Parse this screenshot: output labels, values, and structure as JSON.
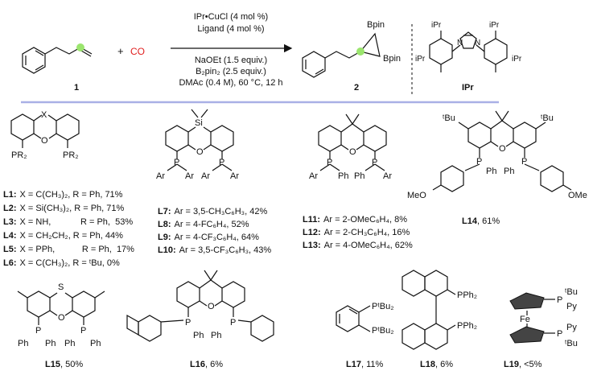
{
  "scheme": {
    "reactant_label": "1",
    "plus_sign": "+",
    "co_label": "CO",
    "product_label": "2",
    "conditions_above": [
      "IPr•CuCl (4 mol %)",
      "Ligand (4 mol %)"
    ],
    "conditions_below": [
      "NaOEt (1.5 equiv.)",
      "B₂pin₂ (2.5 equiv.)",
      "DMAc (0.4 M), 60 °C, 12 h"
    ],
    "bpin_label": "Bpin",
    "ipr_label": "IPr",
    "ipr_substituent": "iPr",
    "ipr_n": "N"
  },
  "colors": {
    "divider": "#a9b0e6",
    "highlight": "#9be56e",
    "co": "#e02020"
  },
  "ligands": {
    "row1": {
      "group1_lines": [
        {
          "id": "L1:",
          "text": "X = C(CH₃)₂,  R = Ph,  71%"
        },
        {
          "id": "L2:",
          "text": "X = Si(CH₃)₂,  R = Ph,  71%"
        },
        {
          "id": "L3:",
          "text": "X = NH,            R = Ph,  53%"
        },
        {
          "id": "L4:",
          "text": "X = CH₂CH₂,  R = Ph,  44%"
        },
        {
          "id": "L5:",
          "text": "X = PPh,           R = Ph,  17%"
        },
        {
          "id": "L6:",
          "text": "X = C(CH₃)₂,  R = ᵗBu,    0%"
        }
      ],
      "group2_lines": [
        {
          "id": "L7:",
          "text": "Ar = 3,5-CH₃C₆H₃, 42%"
        },
        {
          "id": "L8:",
          "text": "Ar = 4-FC₆H₄, 52%"
        },
        {
          "id": "L9:",
          "text": "Ar = 4-CF₃C₆H₄, 64%"
        },
        {
          "id": "L10:",
          "text": "Ar = 3,5-CF₃C₆H₃, 43%"
        }
      ],
      "group3_lines": [
        {
          "id": "L11:",
          "text": "Ar = 2-OMeC₆H₄, 8%"
        },
        {
          "id": "L12:",
          "text": "Ar = 2-CH₃C₆H₄, 16%"
        },
        {
          "id": "L13:",
          "text": "Ar = 4-OMeC₆H₄, 62%"
        }
      ],
      "l14": {
        "id": "L14",
        "yield": ", 61%"
      }
    },
    "row2": [
      {
        "id": "L15",
        "yield": ", 50%"
      },
      {
        "id": "L16",
        "yield": ", 6%"
      },
      {
        "id": "L17",
        "yield": ", 11%"
      },
      {
        "id": "L18",
        "yield": ", 6%"
      },
      {
        "id": "L19",
        "yield": ", <5%"
      }
    ]
  },
  "atoms": {
    "X": "X",
    "O": "O",
    "Si": "Si",
    "S": "S",
    "Fe": "Fe",
    "PR2": "PR₂",
    "P": "P",
    "Ar": "Ar",
    "Ph": "Ph",
    "tBu": "ᵗBu",
    "MeO": "MeO",
    "OMe": "OMe",
    "PtBu2": "PᵗBu₂",
    "PPh2": "PPh₂",
    "Py": "Py"
  }
}
